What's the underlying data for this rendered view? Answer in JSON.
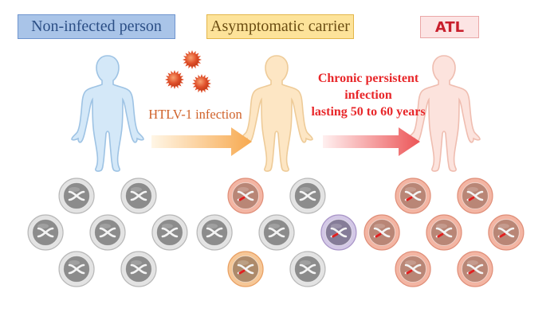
{
  "stages": [
    {
      "label": "Non-infected person",
      "figure_color": "#d4e8f8",
      "figure_stroke": "#9ec3e4",
      "box_bg": "#a9c4e8",
      "box_border": "#6f95cf",
      "text_color": "#2c4f86"
    },
    {
      "label": "Asymptomatic carrier",
      "figure_color": "#fde6c4",
      "figure_stroke": "#eecb98",
      "box_bg": "#fde39a",
      "box_border": "#e3b64a",
      "text_color": "#6b4d12"
    },
    {
      "label": "ATL",
      "figure_color": "#fce3dd",
      "figure_stroke": "#efbdb0",
      "box_bg": "#fce4e4",
      "box_border": "#eaa7a7",
      "text_color": "#c81e2c"
    }
  ],
  "transitions": [
    {
      "label": "HTLV-1 infection",
      "color": "#d0622a",
      "arrow_from": "#fff6e6",
      "arrow_to": "#f7a94f"
    },
    {
      "lines": [
        "Chronic persistent",
        "infection",
        "lasting 50 to 60 years"
      ],
      "color": "#e8272a",
      "arrow_from": "#fff0f0",
      "arrow_to": "#ec5557"
    }
  ],
  "virus": {
    "count": 3,
    "color": "#e0502a"
  },
  "cell_groups": [
    {
      "name": "non-infected-cells",
      "cells": [
        "normal",
        "normal",
        "normal",
        "normal",
        "normal",
        "normal",
        "normal"
      ]
    },
    {
      "name": "carrier-cells",
      "cells": [
        "infected-red",
        "normal",
        "normal",
        "normal",
        "infected-purple",
        "infected-orange",
        "normal"
      ]
    },
    {
      "name": "atl-cells",
      "cells": [
        "infected-red",
        "infected-red",
        "infected-red",
        "infected-red",
        "infected-red",
        "infected-red",
        "infected-red"
      ]
    }
  ],
  "cell_styles": {
    "normal": {
      "ring": "#e3e3e3",
      "ring_stroke": "#b8b8b8",
      "core": "#8c8c8c",
      "provirus": false
    },
    "infected-red": {
      "ring": "#f3b5a3",
      "ring_stroke": "#e08f79",
      "core": "#b98676",
      "provirus": true
    },
    "infected-purple": {
      "ring": "#d3c8e6",
      "ring_stroke": "#a995c8",
      "core": "#857c98",
      "provirus": true
    },
    "infected-orange": {
      "ring": "#f6c797",
      "ring_stroke": "#e9a063",
      "core": "#ad8a6a",
      "provirus": true
    }
  }
}
